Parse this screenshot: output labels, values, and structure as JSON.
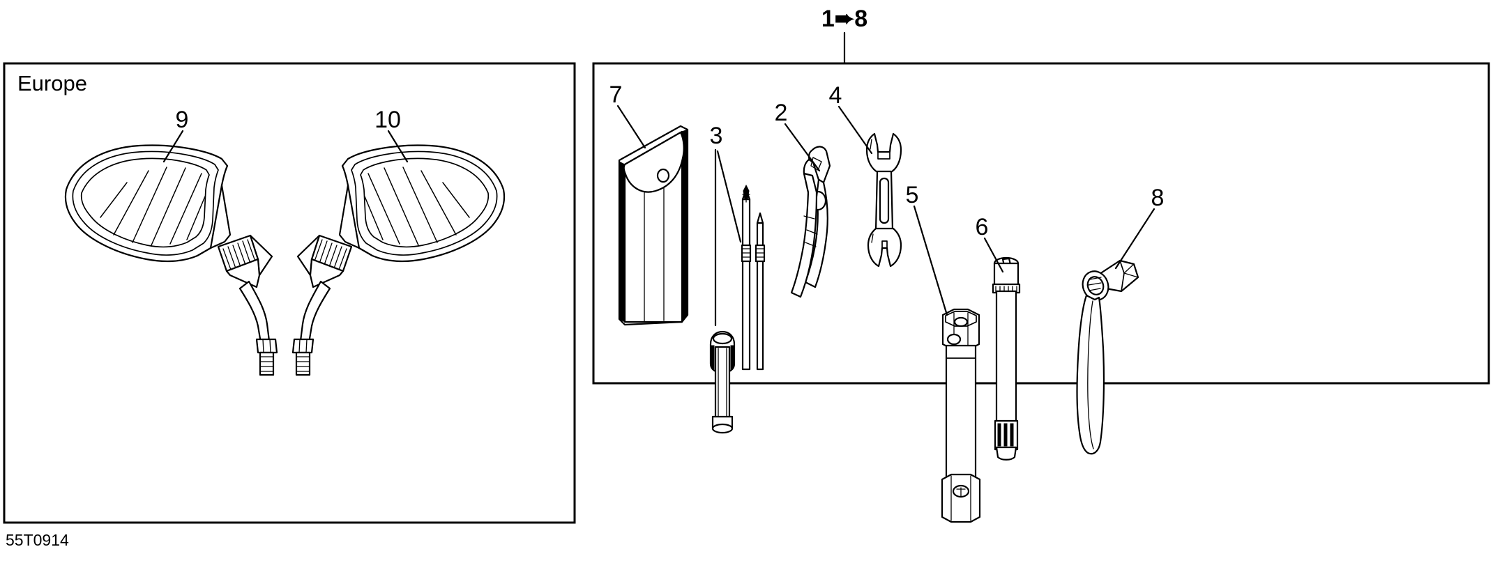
{
  "figure": {
    "code": "55T0914",
    "range_label": "1➨8",
    "region_label": "Europe"
  },
  "panels": [
    {
      "id": "left-panel",
      "name": "europe-mirrors-panel",
      "label": "Europe"
    },
    {
      "id": "right-panel",
      "name": "tool-kit-panel",
      "label": "1➨8"
    }
  ],
  "callouts": [
    {
      "number": "9",
      "part": "mirror-left",
      "name": "callout-9"
    },
    {
      "number": "10",
      "part": "mirror-right",
      "name": "callout-10"
    },
    {
      "number": "7",
      "part": "tool-pouch",
      "name": "callout-7"
    },
    {
      "number": "3",
      "part": "screwdriver",
      "name": "callout-3"
    },
    {
      "number": "2",
      "part": "pliers",
      "name": "callout-2"
    },
    {
      "number": "4",
      "part": "open-end-wrench",
      "name": "callout-4"
    },
    {
      "number": "5",
      "part": "spark-plug-socket",
      "name": "callout-5"
    },
    {
      "number": "6",
      "part": "socket-adapter",
      "name": "callout-6"
    },
    {
      "number": "8",
      "part": "wrench-handle-bar",
      "name": "callout-8"
    }
  ],
  "colors": {
    "line": "#000000",
    "background": "#ffffff"
  }
}
